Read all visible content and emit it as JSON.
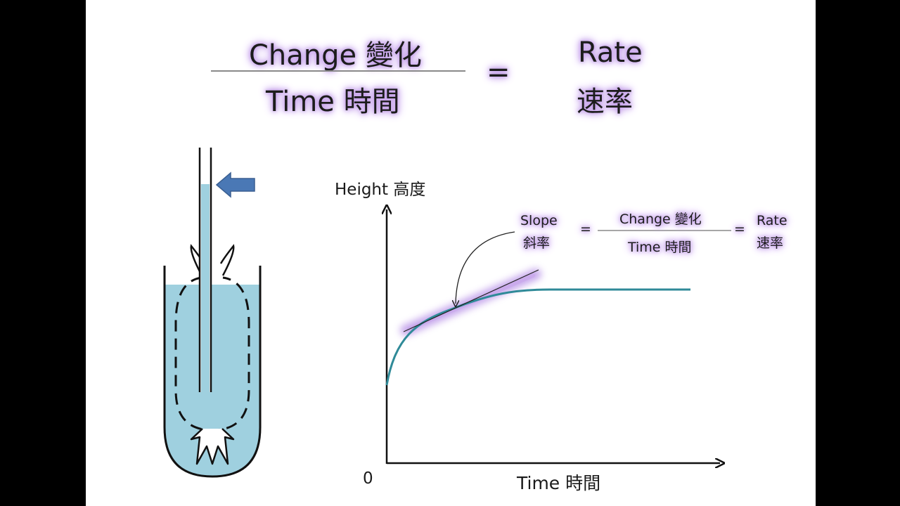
{
  "equation": {
    "numerator": "Change 變化",
    "denominator": "Time 時間",
    "equals": "=",
    "rate_en": "Rate",
    "rate_zh": "速率"
  },
  "graph": {
    "y_axis_label": "Height 高度",
    "x_axis_label": "Time 時間",
    "origin_label": "0",
    "curve_color": "#2f8a98",
    "highlight_color": "#b48be6"
  },
  "slope_note": {
    "slope_en": "Slope",
    "slope_zh": "斜率",
    "equals_1": "=",
    "numerator": "Change 變化",
    "denominator": "Time 時間",
    "equals_2": "=",
    "rate_en": "Rate",
    "rate_zh": "速率"
  },
  "apparatus": {
    "water_color": "#9fd0df",
    "arrow_color": "#4a78b5"
  }
}
